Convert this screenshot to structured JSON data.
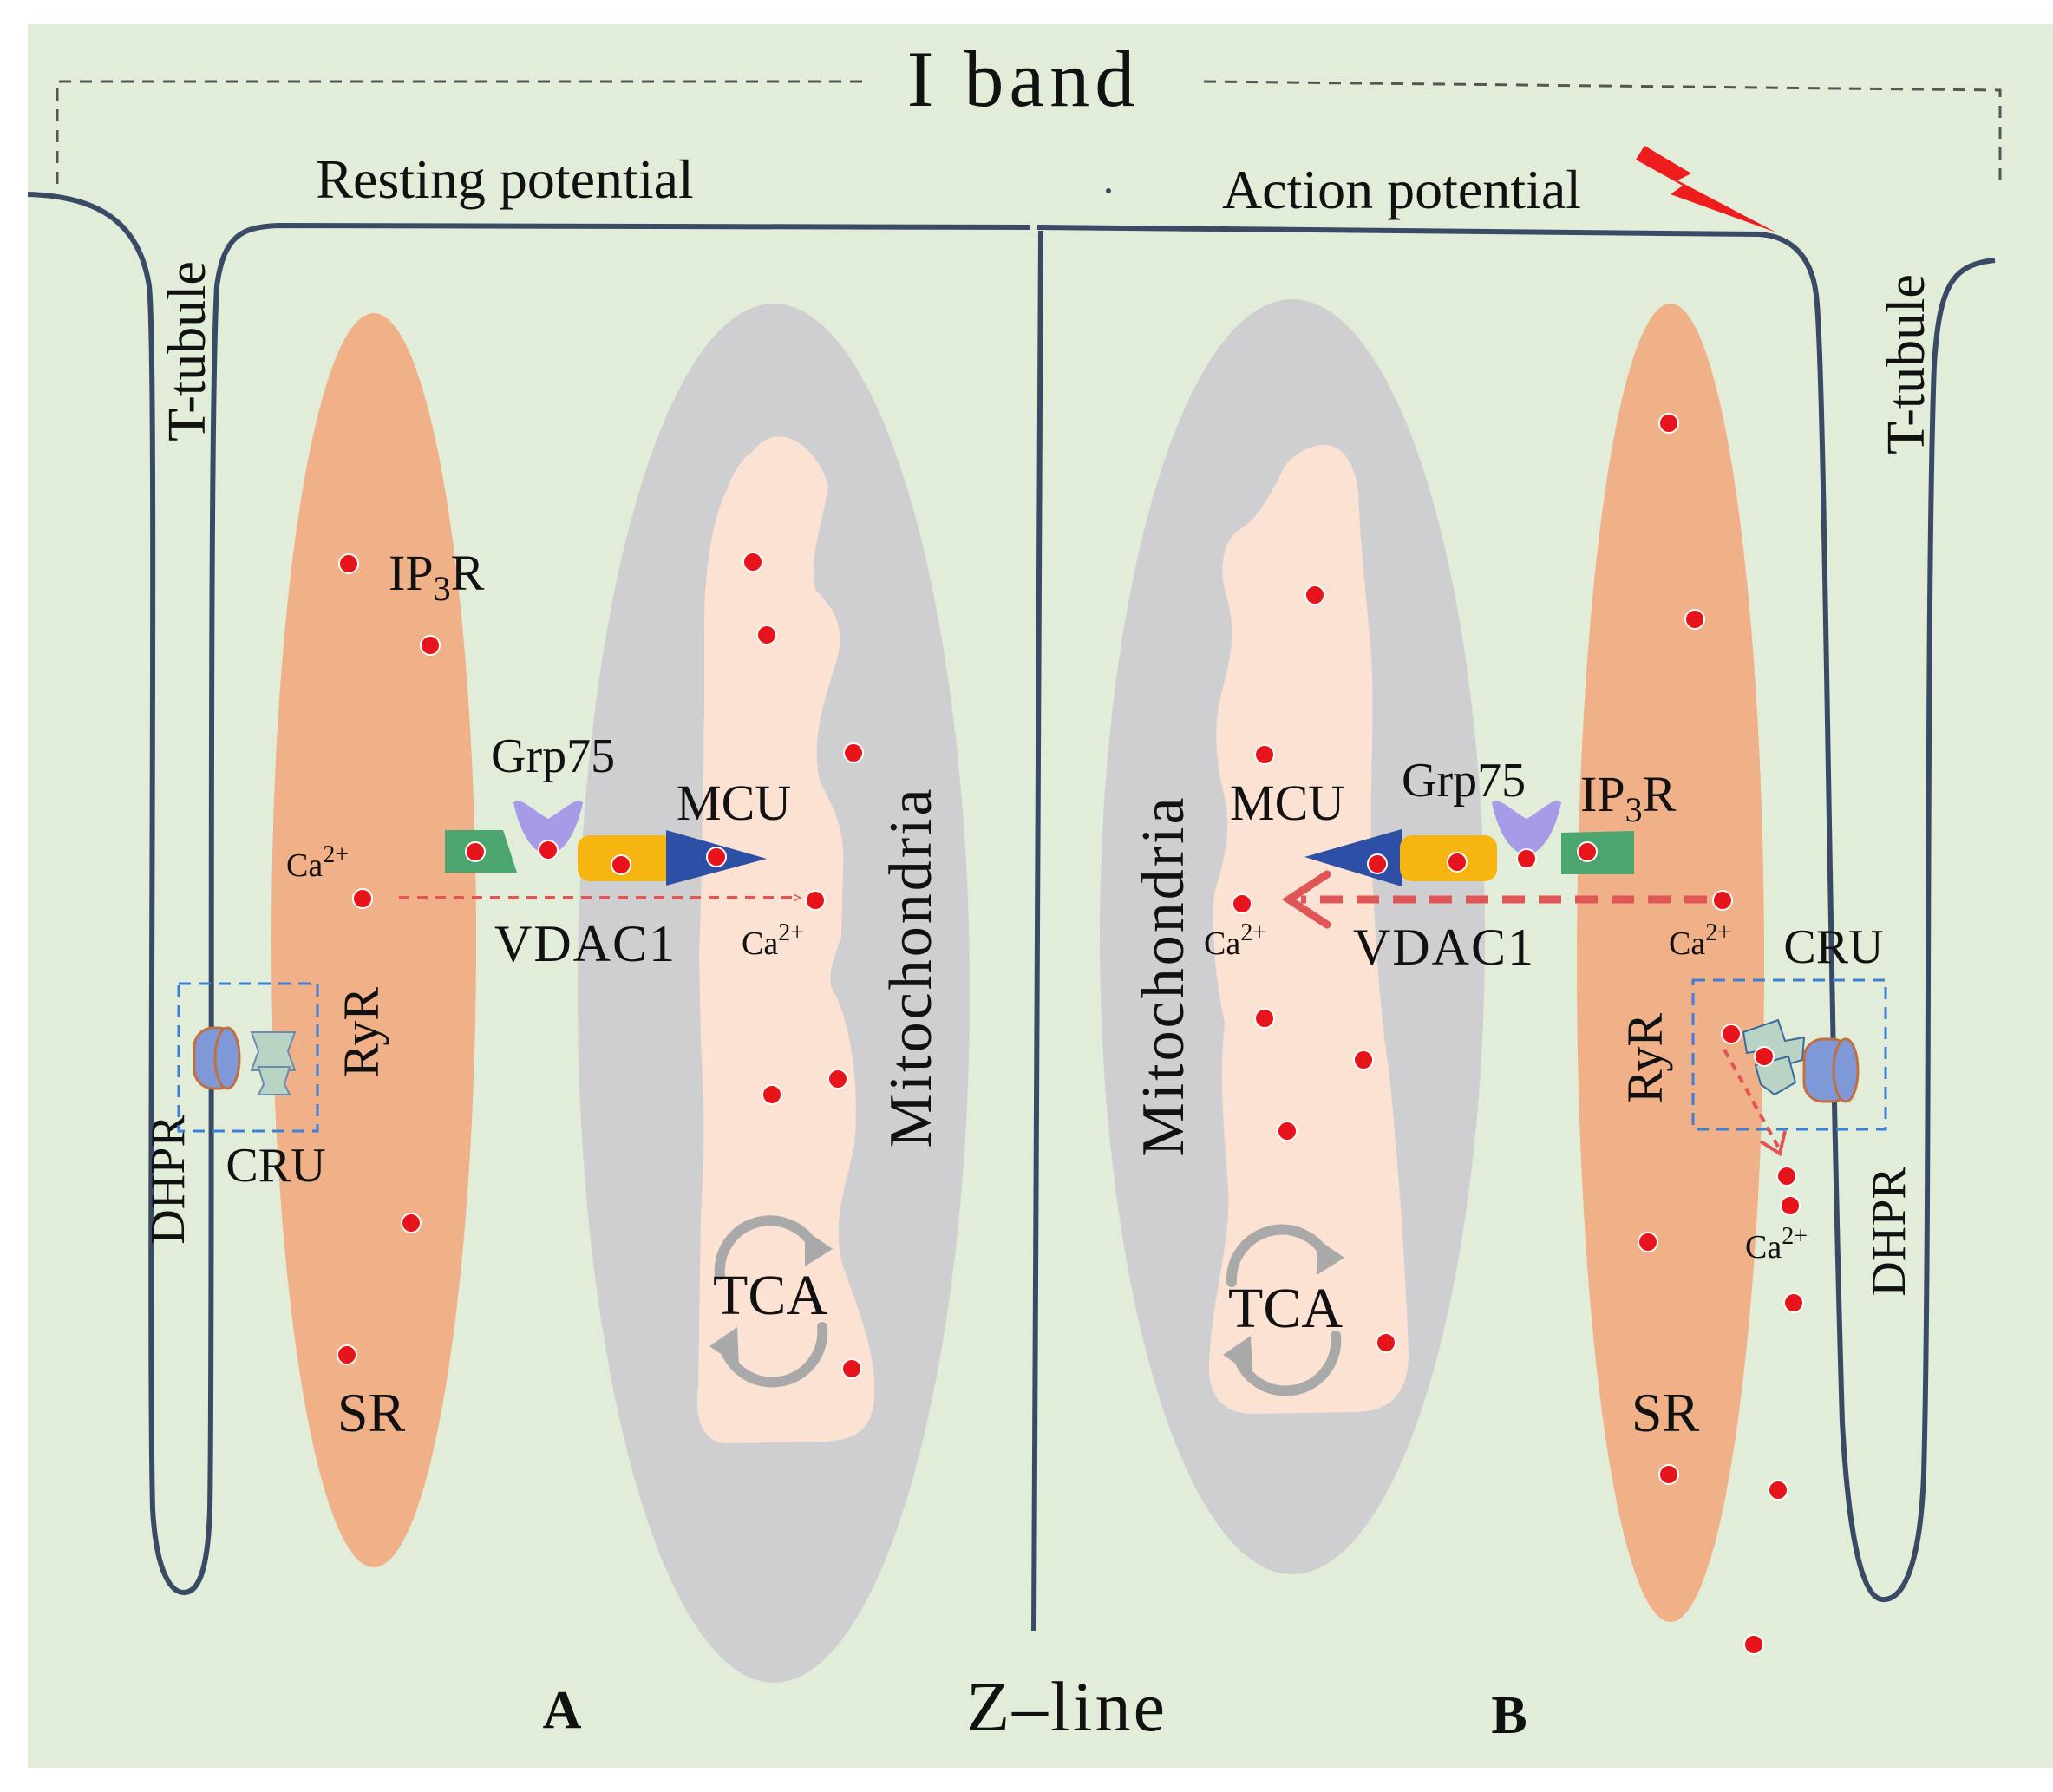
{
  "figure": {
    "top_label": "I band",
    "bottom_label": "Z–line",
    "panel_a": {
      "letter": "A",
      "caption": "Resting potential",
      "ttubule": "T-tubule",
      "dhpr": "DHPR",
      "cru": "CRU",
      "ryr": "RyR",
      "sr": "SR",
      "ip3r": "IP",
      "ip3r_sub": "3",
      "ip3r_end": "R",
      "ca_sr": "Ca",
      "ca_mito": "Ca",
      "ca_sup": "2+",
      "grp75": "Grp75",
      "mcu": "MCU",
      "vdac1": "VDAC1",
      "mitochondria": "Mitochondria",
      "tca": "TCA"
    },
    "panel_b": {
      "letter": "B",
      "caption": "Action potential",
      "ttubule": "T-tubule",
      "dhpr": "DHPR",
      "cru": "CRU",
      "ryr": "RyR",
      "sr": "SR",
      "ip3r": "IP",
      "ip3r_sub": "3",
      "ip3r_end": "R",
      "ca_sr": "Ca",
      "ca_mito": "Ca",
      "ca_release": "Ca",
      "ca_sup": "2+",
      "grp75": "Grp75",
      "mcu": "MCU",
      "vdac1": "VDAC1",
      "mitochondria": "Mitochondria",
      "tca": "TCA"
    }
  },
  "colors": {
    "background": "#e2edd9",
    "membrane": "#3a4a66",
    "sr": "#f0b088",
    "mito_outer": "#cfcfd2",
    "mito_inner": "#fbe2d3",
    "calcium": "#e8141b",
    "arrow": "#e05555",
    "grp75": "#a79be8",
    "vdac1": "#f6b511",
    "mcu": "#2e4fa6",
    "ip3r": "#4aa66e",
    "cru_box": "#3b7fd6",
    "dhpr": "#7f99d8",
    "ryr": "#b9d3c5",
    "lightning": "#ee1c1c",
    "tca_arrow": "#a9a9a9"
  }
}
